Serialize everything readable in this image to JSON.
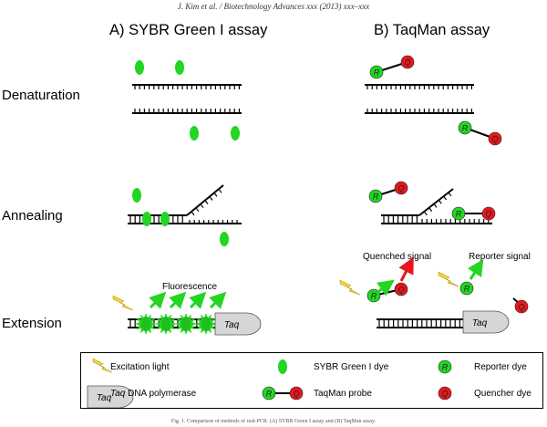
{
  "header": "J. Kim et al. / Biotechnology Advances xxx (2013) xxx–xxx",
  "panels": {
    "sybr_title": "A) SYBR Green I assay",
    "taqman_title": "B) TaqMan assay"
  },
  "stages": {
    "denaturation": "Denaturation",
    "annealing": "Annealing",
    "extension": "Extension"
  },
  "labels": {
    "fluorescence": "Fluorescence",
    "quenched_signal": "Quenched signal",
    "reporter_signal": "Reporter signal",
    "taq": "Taq",
    "reporter_letter": "R",
    "quencher_letter": "Q"
  },
  "legend": {
    "excitation_light": "Excitation light",
    "sybr_green_dye": "SYBR Green I dye",
    "reporter_dye": "Reporter dye",
    "taq_box": "Taq",
    "taq_italic": "Taq",
    "taq_rest": " DNA polymerase",
    "taqman_probe": "TaqMan probe",
    "quencher_dye": "Quencher dye"
  },
  "colors": {
    "sybr_green": "#22d622",
    "reporter_green": "#22d622",
    "quencher_red": "#e8161b",
    "lightning": "#f6d23c",
    "taq_gray": "#d6d6d6"
  },
  "caption": "Fig. 1. Comparison of methods of real-PCR. (A) SYBR Green I assay and (B) TaqMan assay."
}
